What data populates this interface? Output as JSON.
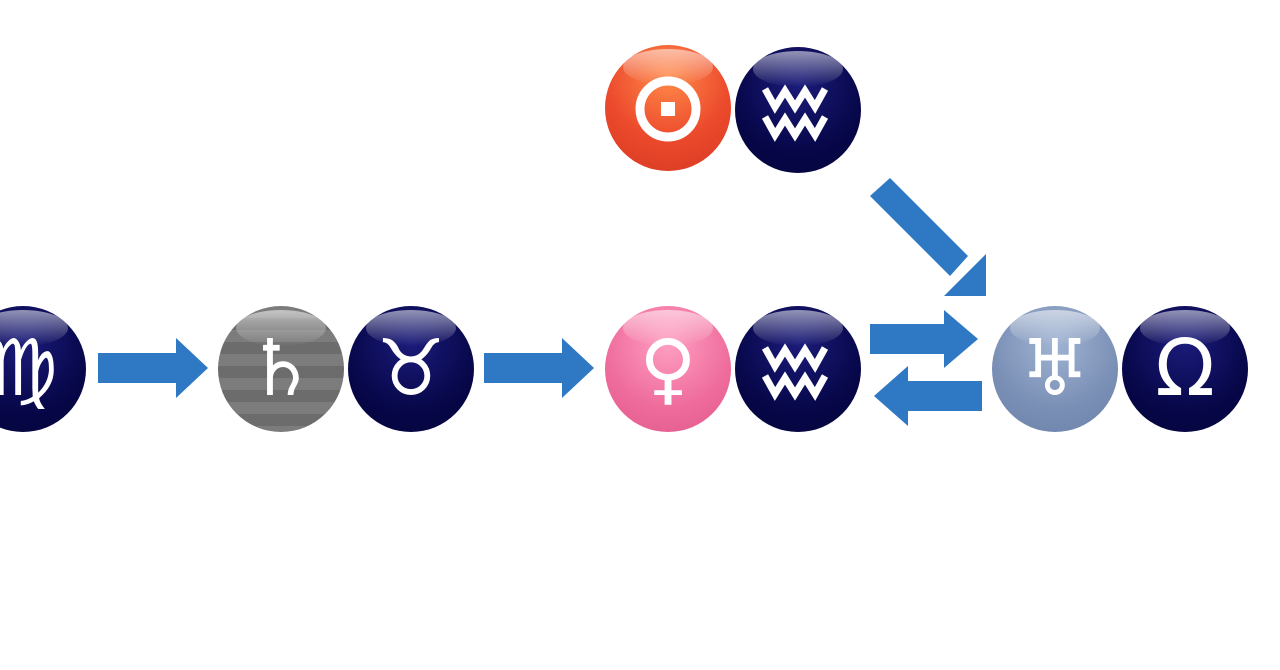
{
  "nodes": [
    {
      "id": "virgo",
      "glyph": "♍"
    },
    {
      "id": "saturn",
      "glyph": "♄"
    },
    {
      "id": "taurus",
      "glyph": "♉"
    },
    {
      "id": "venus",
      "glyph": "♀"
    },
    {
      "id": "aquarius-mid",
      "glyph": "♒"
    },
    {
      "id": "uranus",
      "glyph": "♅"
    },
    {
      "id": "libra",
      "glyph": "Ω"
    },
    {
      "id": "sun",
      "glyph": "⊙"
    },
    {
      "id": "aquarius-top",
      "glyph": "♒"
    }
  ],
  "colors": {
    "arrow": "#2e78c4",
    "navy": "#07074a",
    "sun": "#ec4a2c",
    "saturn": "#727272",
    "venus": "#ee6b9b",
    "uranus": "#7a8fb5"
  },
  "icons": {
    "virgo": "virgo-icon",
    "saturn": "saturn-icon",
    "taurus": "taurus-icon",
    "venus": "venus-icon",
    "aquarius": "aquarius-icon",
    "uranus": "uranus-icon",
    "libra": "libra-icon",
    "sun": "sun-icon"
  }
}
